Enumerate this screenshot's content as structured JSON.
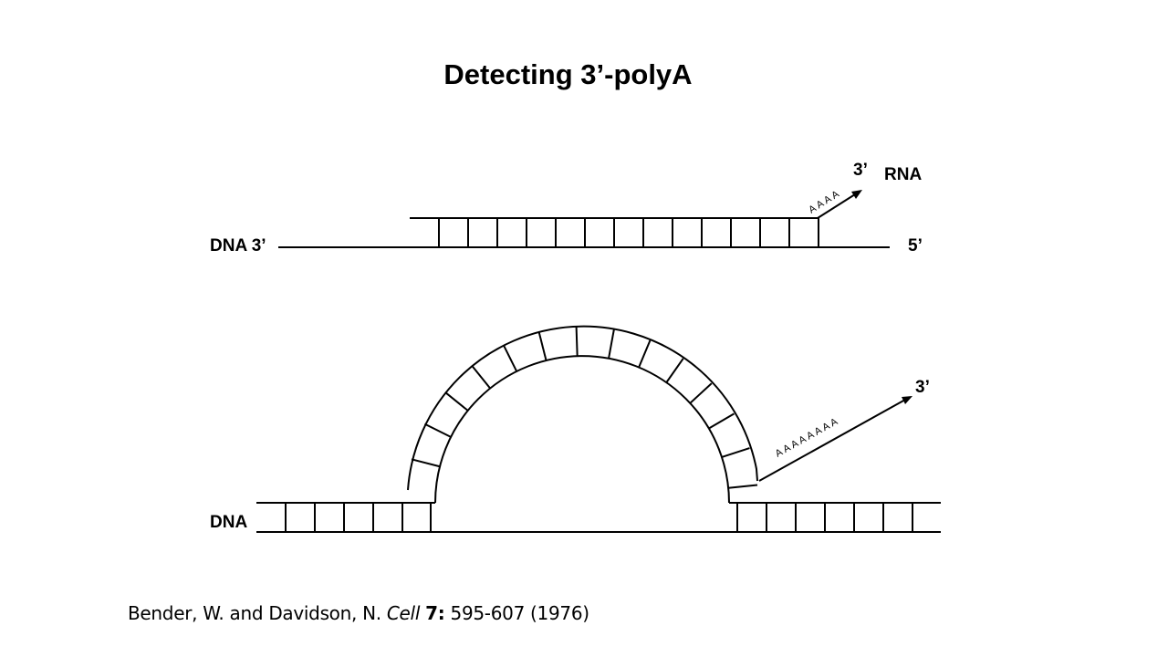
{
  "title": "Detecting 3’-polyA",
  "top_diagram": {
    "dna_label": "DNA 3’",
    "dna_5_label": "5’",
    "rna_3_label": "3’",
    "rna_label": "RNA",
    "polya": "AAAA"
  },
  "bottom_diagram": {
    "dna_label": "DNA",
    "rna_3_label": "3’",
    "polya": "AAAAAAAA"
  },
  "citation": {
    "authors": "Bender, W. and Davidson, N.",
    "journal": "Cell",
    "volume": "7:",
    "pages_year": "595-607 (1976)"
  }
}
